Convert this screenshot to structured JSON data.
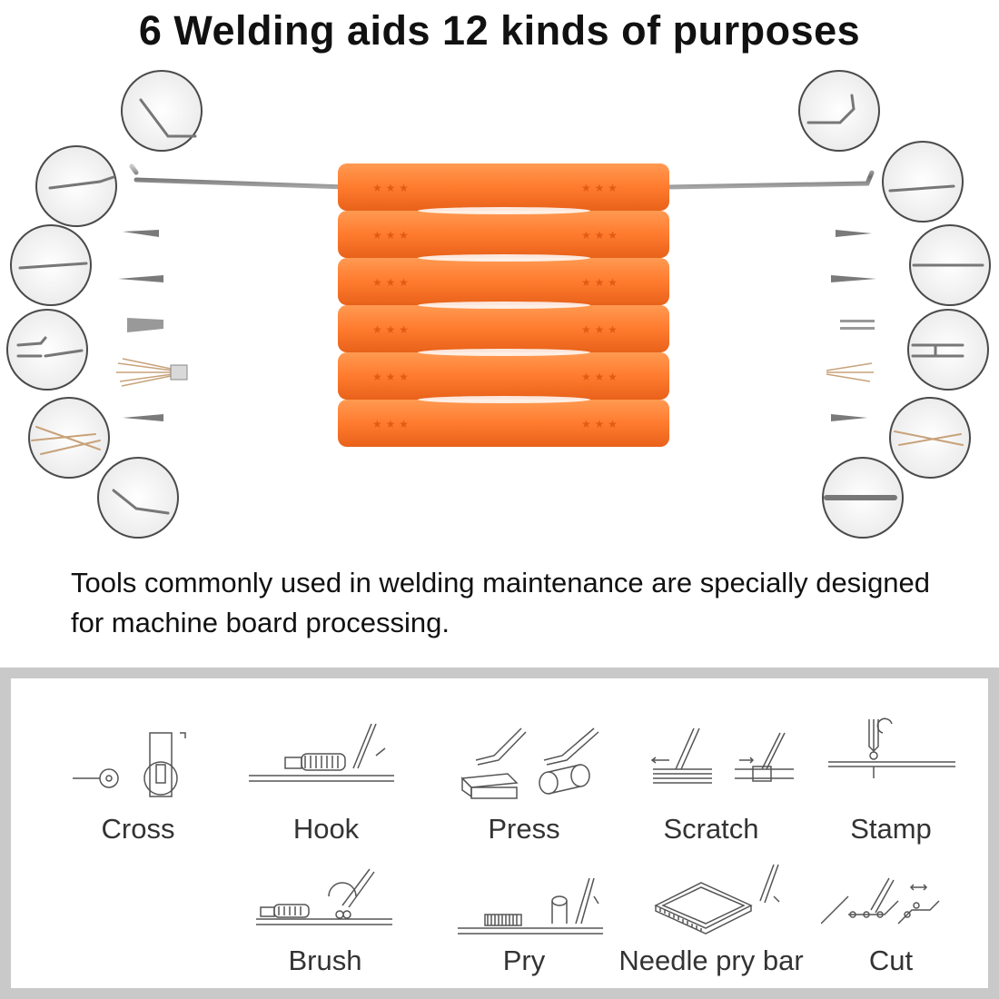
{
  "title": "6 Welding aids 12 kinds of purposes",
  "description": "Tools commonly used in welding maintenance are specially designed for machine board processing.",
  "colors": {
    "handle": "#ff7b2e",
    "handle_dark": "#e8621a",
    "steel": "#8a8a8a",
    "panel_border": "#c9c9c9",
    "line_art": "#555555"
  },
  "purposes": [
    {
      "label": "Cross",
      "icon": "cross-icon"
    },
    {
      "label": "Hook",
      "icon": "hook-icon"
    },
    {
      "label": "Press",
      "icon": "press-icon"
    },
    {
      "label": "Scratch",
      "icon": "scratch-icon"
    },
    {
      "label": "Stamp",
      "icon": "stamp-icon"
    },
    {
      "label": "Brush",
      "icon": "brush-icon"
    },
    {
      "label": "Pry",
      "icon": "pry-icon"
    },
    {
      "label": "Needle pry bar",
      "icon": "needle-pry-bar-icon"
    },
    {
      "label": "Cut",
      "icon": "cut-icon"
    }
  ]
}
